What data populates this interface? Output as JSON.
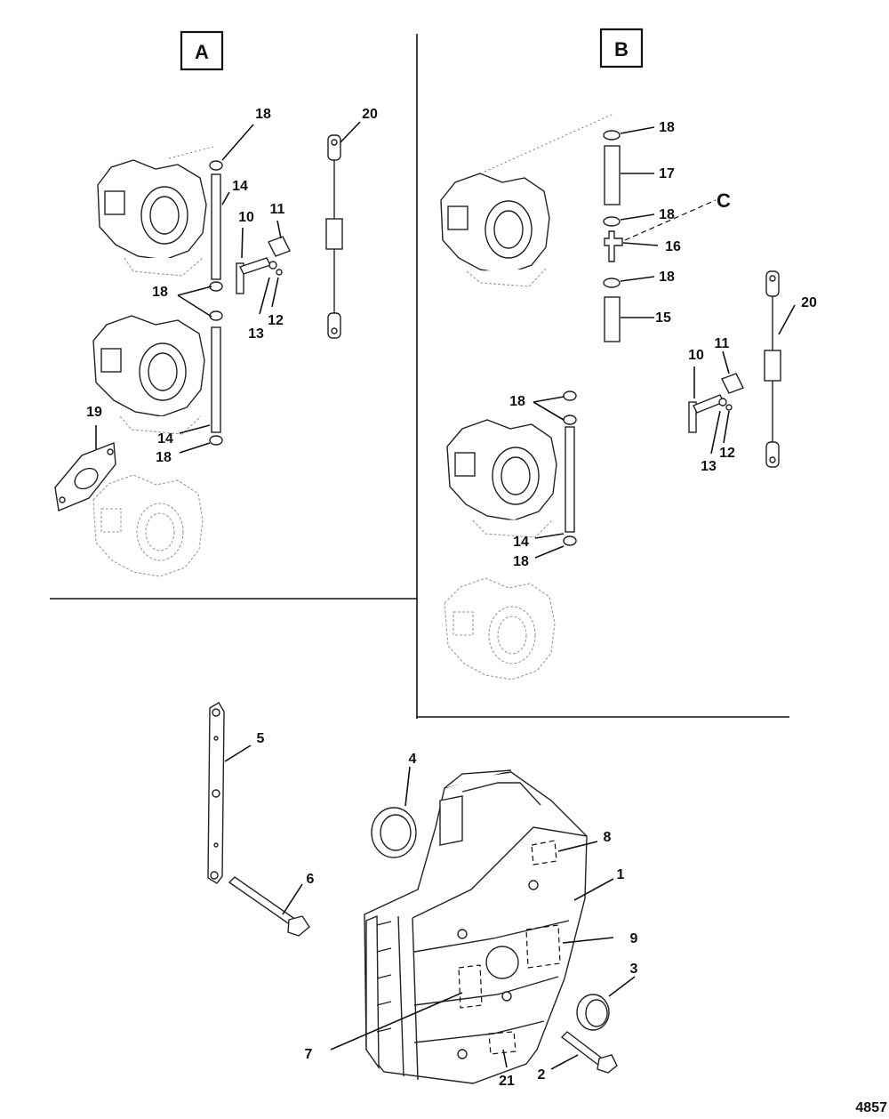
{
  "sections": {
    "a": "A",
    "b": "B"
  },
  "section_c": "C",
  "figure_number": "4857",
  "labels_a": {
    "n18_top": "18",
    "n14_top": "14",
    "n10": "10",
    "n11": "11",
    "n18_mid": "18",
    "n13": "13",
    "n12": "12",
    "n20": "20",
    "n19": "19",
    "n14_bot": "14",
    "n18_bot": "18"
  },
  "labels_b": {
    "n18_1": "18",
    "n17": "17",
    "n18_2": "18",
    "n16": "16",
    "n18_3": "18",
    "n15": "15",
    "n20": "20",
    "n11": "11",
    "n10": "10",
    "n18_4": "18",
    "n12": "12",
    "n13": "13",
    "n14": "14",
    "n18_5": "18"
  },
  "labels_main": {
    "n5": "5",
    "n4": "4",
    "n8": "8",
    "n1": "1",
    "n6": "6",
    "n9": "9",
    "n3": "3",
    "n7": "7",
    "n21": "21",
    "n2": "2"
  }
}
